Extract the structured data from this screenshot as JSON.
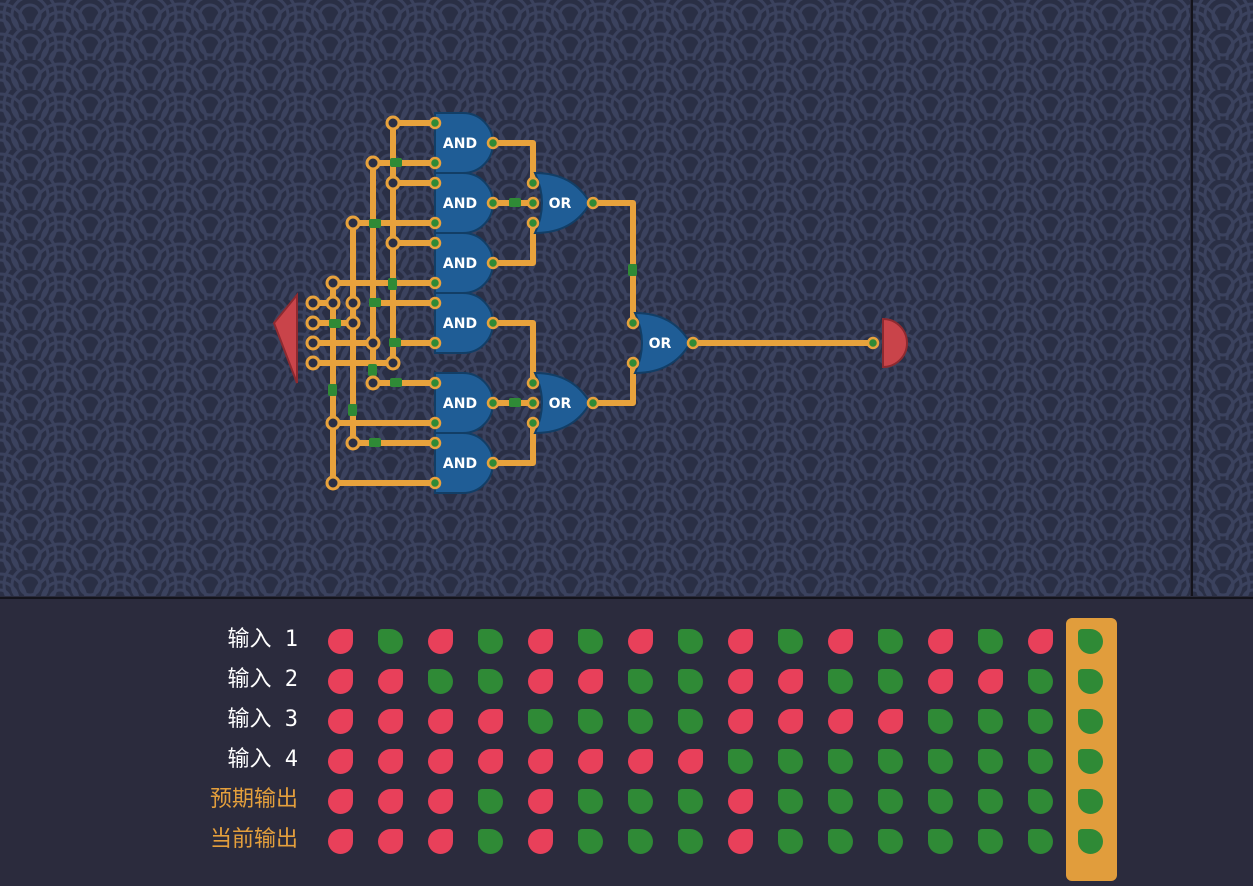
{
  "canvas": {
    "gates": [
      {
        "id": "and1",
        "label": "AND"
      },
      {
        "id": "and2",
        "label": "AND"
      },
      {
        "id": "and3",
        "label": "AND"
      },
      {
        "id": "and4",
        "label": "AND"
      },
      {
        "id": "and5",
        "label": "AND"
      },
      {
        "id": "and6",
        "label": "AND"
      },
      {
        "id": "or1",
        "label": "OR"
      },
      {
        "id": "or2",
        "label": "OR"
      },
      {
        "id": "or3",
        "label": "OR"
      }
    ]
  },
  "truth_table": {
    "rows": [
      {
        "label": "输入 1",
        "kind": "input",
        "values": [
          0,
          1,
          0,
          1,
          0,
          1,
          0,
          1,
          0,
          1,
          0,
          1,
          0,
          1,
          0,
          1
        ]
      },
      {
        "label": "输入 2",
        "kind": "input",
        "values": [
          0,
          0,
          1,
          1,
          0,
          0,
          1,
          1,
          0,
          0,
          1,
          1,
          0,
          0,
          1,
          1
        ]
      },
      {
        "label": "输入 3",
        "kind": "input",
        "values": [
          0,
          0,
          0,
          0,
          1,
          1,
          1,
          1,
          0,
          0,
          0,
          0,
          1,
          1,
          1,
          1
        ]
      },
      {
        "label": "输入 4",
        "kind": "input",
        "values": [
          0,
          0,
          0,
          0,
          0,
          0,
          0,
          0,
          1,
          1,
          1,
          1,
          1,
          1,
          1,
          1
        ]
      },
      {
        "label": "预期输出",
        "kind": "output",
        "values": [
          0,
          0,
          0,
          1,
          0,
          1,
          1,
          1,
          0,
          1,
          1,
          1,
          1,
          1,
          1,
          1
        ]
      },
      {
        "label": "当前输出",
        "kind": "output",
        "values": [
          0,
          0,
          0,
          1,
          0,
          1,
          1,
          1,
          0,
          1,
          1,
          1,
          1,
          1,
          1,
          1
        ]
      }
    ],
    "highlighted_column": 15
  },
  "colors": {
    "on": "#2f8a36",
    "off": "#e8405a",
    "wire": "#e8a23c",
    "gate": "#1f5d96",
    "highlight": "#e19d3c"
  }
}
